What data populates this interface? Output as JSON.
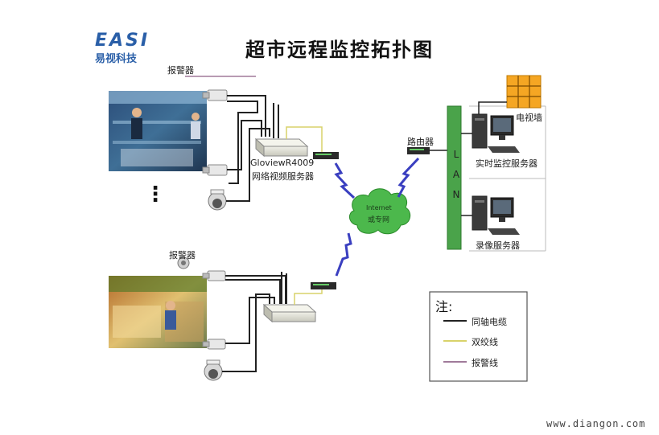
{
  "logo": {
    "brand": "EASI",
    "company": "易视科技"
  },
  "title": "超市远程监控拓扑图",
  "labels": {
    "alarm_top": "报警器",
    "alarm_bottom": "报警器",
    "server_model": "GloviewR4009",
    "server_name": "网络视频服务器",
    "router": "路由器",
    "cloud_line1": "Internet",
    "cloud_line2": "或专网",
    "lan_letters": [
      "L",
      "A",
      "N"
    ],
    "tv_wall": "电视墙",
    "monitor_server": "实时监控服务器",
    "record_server": "录像服务器",
    "ellipsis": "⋮"
  },
  "legend": {
    "title": "注:",
    "items": [
      {
        "label": "同轴电缆",
        "color": "#222222"
      },
      {
        "label": "双绞线",
        "color": "#d8d26a"
      },
      {
        "label": "报警线",
        "color": "#a07a9a"
      }
    ]
  },
  "watermark": "www.diangon.com",
  "colors": {
    "lan_bar": "#4aa34a",
    "lightning": "#3a3fc0",
    "cloud": "#3cab3c",
    "tv_grid": "#f5a623"
  }
}
